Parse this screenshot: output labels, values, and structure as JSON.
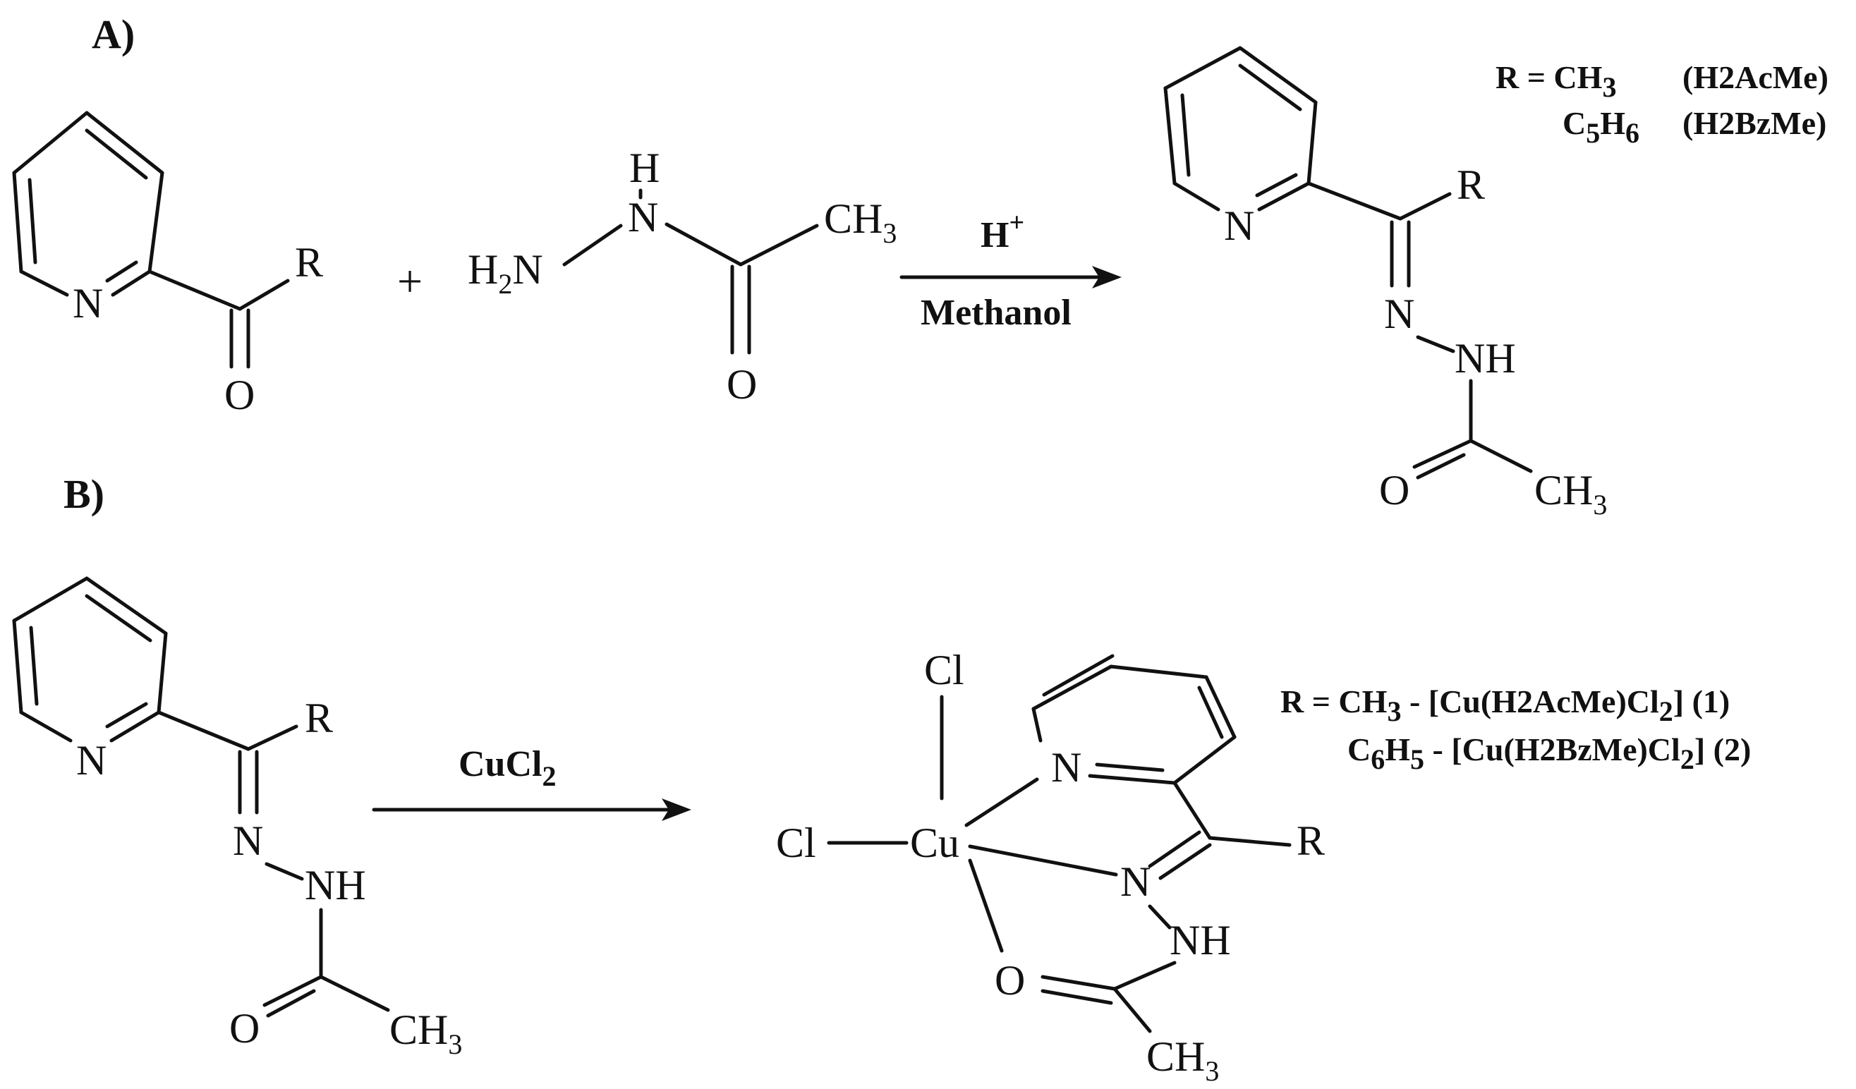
{
  "panel_labels": {
    "a": "A)",
    "b": "B)"
  },
  "atoms": {
    "N": "N",
    "O": "O",
    "R": "R",
    "H": "H",
    "NH": "NH",
    "CH": "CH",
    "three": "3",
    "two": "2",
    "Cl": "Cl",
    "Cu": "Cu"
  },
  "plus_sign": "+",
  "reaction_a": {
    "catalyst": "H",
    "catalyst_charge": "+",
    "solvent": "Methanol",
    "legend": {
      "line1_prefix": "R = CH",
      "line1_sub": "3",
      "line1_name": "(H2AcMe)",
      "line2_c": "C",
      "line2_c_sub": "5",
      "line2_h": "H",
      "line2_h_sub": "6",
      "line2_name": "(H2BzMe)"
    }
  },
  "reaction_b": {
    "reagent": "CuCl",
    "reagent_sub": "2",
    "legend": {
      "line1_prefix": "R = CH",
      "line1_sub": "3",
      "line1_mid": " - [Cu(H2AcMe)Cl",
      "line1_cl_sub": "2",
      "line1_end": "]  (1)",
      "line2_c": "C",
      "line2_c_sub": "6",
      "line2_h": "H",
      "line2_h_sub": "5",
      "line2_mid": " - [Cu(H2BzMe)Cl",
      "line2_cl_sub": "2",
      "line2_end": "] (2)"
    }
  }
}
